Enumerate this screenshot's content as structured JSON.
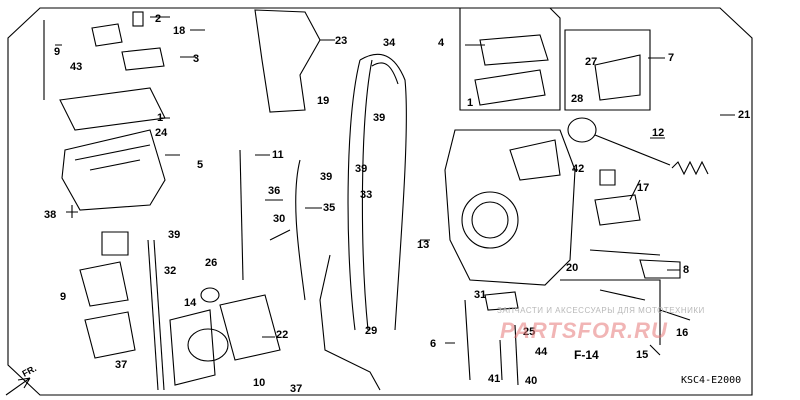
{
  "diagram": {
    "figure_ref": "F-14",
    "diagram_code": "KSC4-E2000",
    "direction_marker": "FR.",
    "watermark": {
      "line1": "ЗАПЧАСТИ И АКСЕССУАРЫ ДЛЯ МОТОТЕХНИКИ",
      "line2": "PARTSFOR.RU"
    },
    "callouts": [
      "1",
      "2",
      "3",
      "4",
      "5",
      "6",
      "7",
      "8",
      "9",
      "10",
      "11",
      "12",
      "13",
      "14",
      "15",
      "16",
      "17",
      "18",
      "19",
      "20",
      "21",
      "22",
      "23",
      "24",
      "25",
      "26",
      "27",
      "28",
      "29",
      "30",
      "31",
      "32",
      "33",
      "34",
      "35",
      "36",
      "37",
      "38",
      "39",
      "40",
      "41",
      "42",
      "43",
      "44"
    ],
    "colors": {
      "ink": "#000000",
      "watermark": "#e07878"
    }
  }
}
